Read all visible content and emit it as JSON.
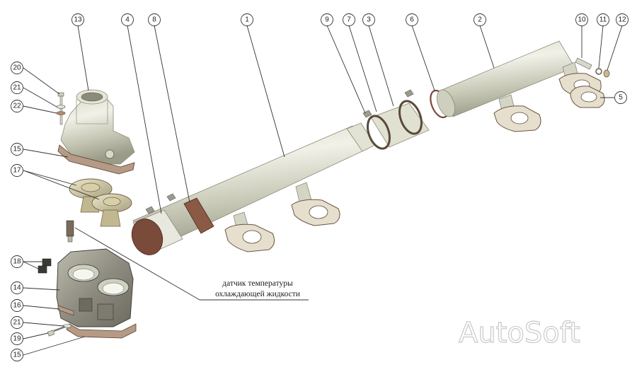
{
  "diagram": {
    "caption_line1": "датчик температуры",
    "caption_line2": "охлаждающей жидкости",
    "watermark": "AutoSoft",
    "callouts": [
      "13",
      "4",
      "8",
      "1",
      "9",
      "7",
      "3",
      "6",
      "2",
      "10",
      "11",
      "12",
      "5",
      "20",
      "21",
      "22",
      "15",
      "17",
      "18",
      "14",
      "16",
      "21",
      "19",
      "15"
    ]
  },
  "colors": {
    "metal_light": "#e6e6dc",
    "metal_mid": "#c8c9b7",
    "metal_dark": "#9a9b88",
    "rubber": "#7a4a3a",
    "gasket": "#e6dfce",
    "line": "#333333"
  }
}
